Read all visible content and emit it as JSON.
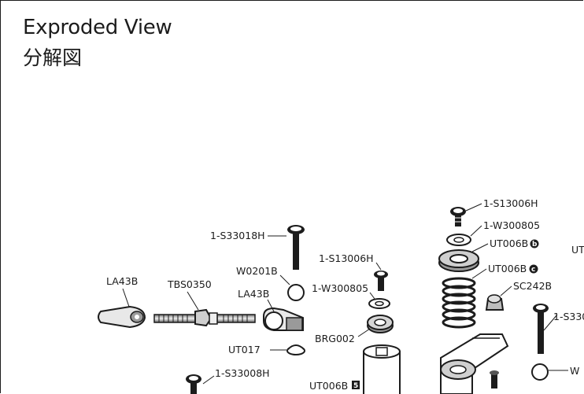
{
  "header": {
    "title_en": "Exproded View",
    "title_ja": "分解図"
  },
  "parts": {
    "p1": "1-S13006H",
    "p2": "1-W300805",
    "p3": "UT006B",
    "p3_badge": "b",
    "p4": "UT006B",
    "p4_badge": "c",
    "p5": "SC242B",
    "p6": "1-S33018H",
    "p7": "1-S13006H",
    "p8": "W0201B",
    "p9": "1-W300805",
    "p10": "LA43B",
    "p11": "TBS0350",
    "p12": "LA43B",
    "p13": "BRG002",
    "p14": "UT017",
    "p15": "1-S33008H",
    "p16": "UT006B",
    "p16_badge": "5",
    "p17": "1-S330",
    "p18": "UT",
    "p19": "W"
  },
  "colors": {
    "ink": "#1c1c1c",
    "part_grey": "#9a9a9a",
    "part_light": "#dcdcdc"
  }
}
